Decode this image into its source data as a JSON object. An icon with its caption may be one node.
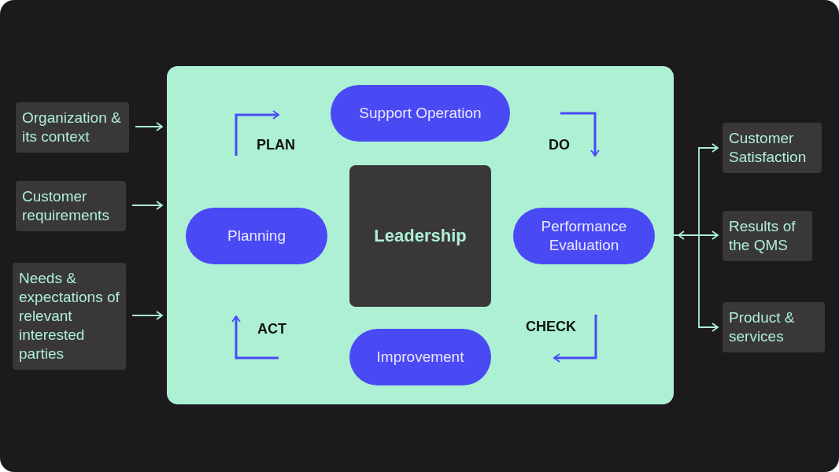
{
  "diagram": {
    "nodes": [
      {
        "text": [],
        "shape": "box"
      },
      {
        "text": [
          "Support Operation"
        ],
        "in": 0
      },
      {
        "text": [
          "Planning"
        ],
        "in": 0
      },
      {
        "text": [
          "Leadership"
        ],
        "in": 0
      },
      {
        "text": [
          "Performance Evaluation"
        ],
        "in": 0
      },
      {
        "text": [
          "Improvement"
        ],
        "in": 0
      },
      {
        "text": [
          "Organization & its context"
        ]
      },
      {
        "text": [
          "Customer requirements"
        ]
      },
      {
        "text": [
          "Needs & expectations of relevant interested parties"
        ]
      },
      {
        "text": [
          "Customer Satisfaction"
        ]
      },
      {
        "text": [
          "Results of the QMS"
        ]
      },
      {
        "text": [
          "Product & services"
        ]
      }
    ],
    "edges": [
      {
        "from": 6,
        "to": 0,
        "arrow": "to"
      },
      {
        "from": 7,
        "to": 0,
        "arrow": "to"
      },
      {
        "from": 8,
        "to": 0,
        "arrow": "to"
      },
      {
        "from": 0,
        "to": 9,
        "arrow": "to"
      },
      {
        "from": 0,
        "to": 10,
        "arrow": "both"
      },
      {
        "from": 0,
        "to": 11,
        "arrow": "to"
      }
    ],
    "labels": [
      "PLAN",
      "DO",
      "CHECK",
      "ACT"
    ]
  }
}
